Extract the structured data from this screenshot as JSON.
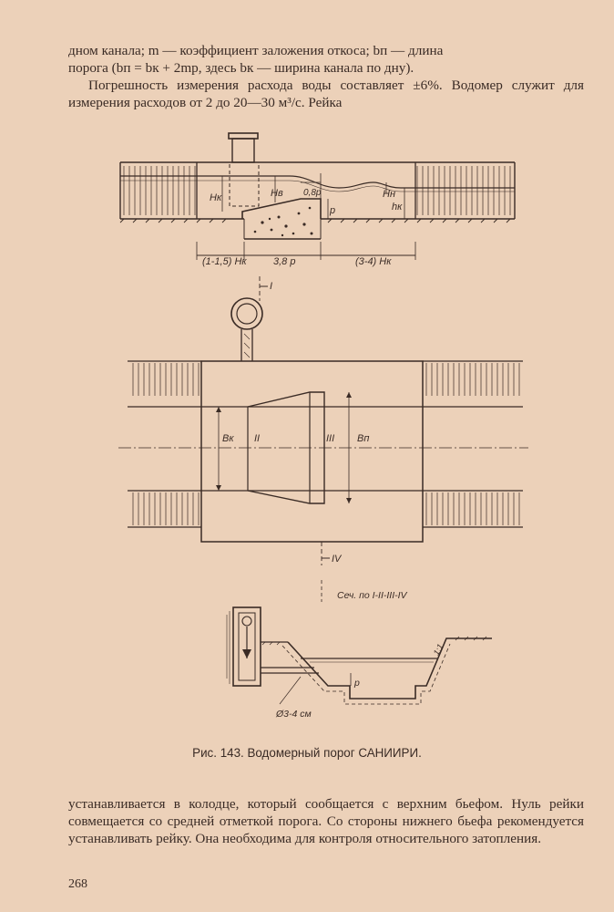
{
  "text_top": {
    "line1": "дном канала; m — коэффициент заложения откоса; bп — длина",
    "line2": "порога (bп = bк + 2mp, здесь bк — ширина канала по дну).",
    "para2": "Погрешность измерения расхода воды составляет ±6%. Водомер служит для измерения расходов от 2 до 20—30 м³/с. Рейка"
  },
  "figure": {
    "profile_labels": {
      "hk_left": "Hк",
      "hv": "Hв",
      "zero_eight_p": "0,8p",
      "hn": "Hн",
      "hk_right": "hк",
      "p": "p",
      "dim1": "(1-1,5) Hк",
      "dim2": "3,8 p",
      "dim3": "(3-4) Hк"
    },
    "plan_labels": {
      "section_i": "I",
      "section_iv": "IV",
      "bk": "Bк",
      "ii": "II",
      "iii": "III",
      "bp": "Bп"
    },
    "section_labels": {
      "title": "Сеч. по I-II-III-IV",
      "p": "p",
      "diameter": "Ø3-4 см",
      "slope": "1:1"
    }
  },
  "caption": "Рис. 143. Водомерный порог САНИИРИ.",
  "text_bottom": "устанавливается в колодце, который сообщается с верхним бьефом. Нуль рейки совмещается со средней отметкой порога. Со стороны нижнего бьефа рекомендуется устанавливать рейку. Она необходима для контроля относительного затопления.",
  "page_number": "268"
}
